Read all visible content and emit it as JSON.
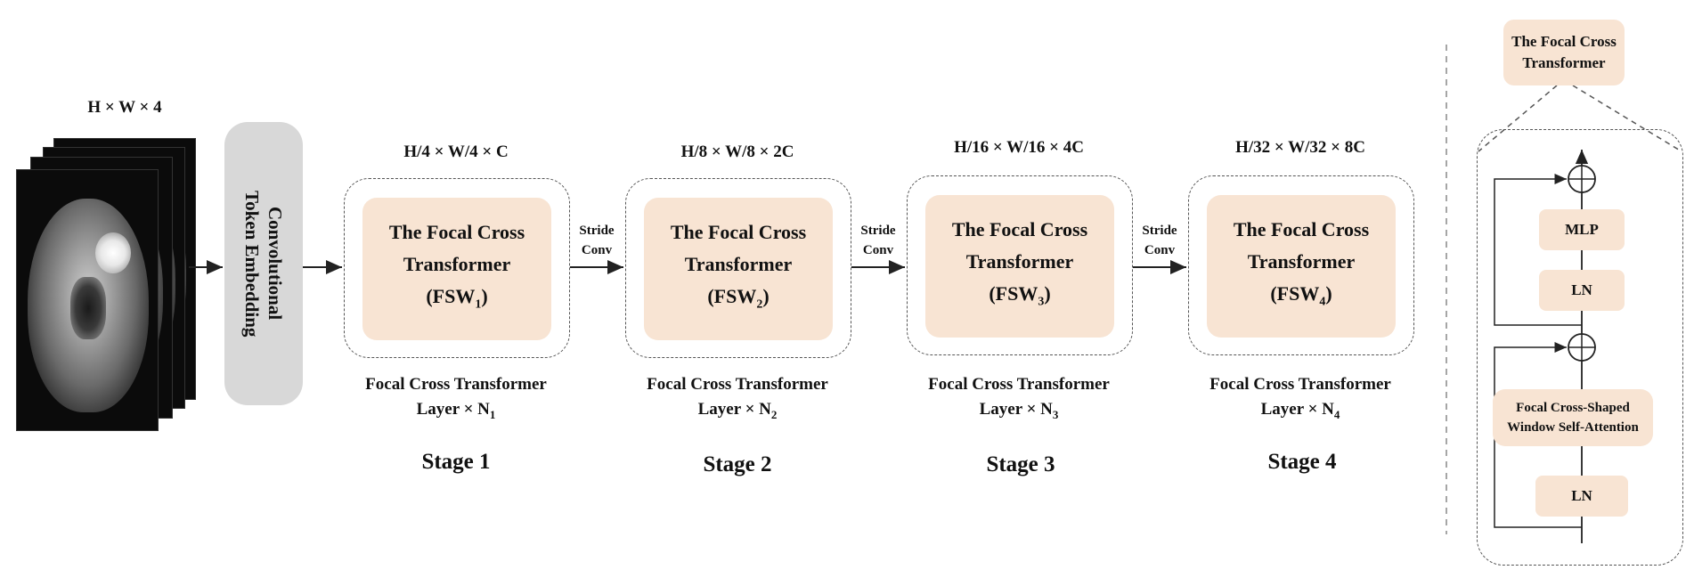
{
  "input": {
    "dims": "H × W × 4"
  },
  "embedding": {
    "label_line1": "Convolutional",
    "label_line2": "Token Embedding"
  },
  "stride_label": {
    "line1": "Stride",
    "line2": "Conv"
  },
  "stages": [
    {
      "dims": "H/4 × W/4 × C",
      "block_line1": "The Focal Cross",
      "block_line2": "Transformer",
      "block_line3": "(FSW",
      "sub": "1",
      "close": ")",
      "layer_line1": "Focal Cross Transformer",
      "layer_line2": "Layer × N",
      "layer_sub": "1",
      "stage_label": "Stage 1"
    },
    {
      "dims": "H/8 × W/8 × 2C",
      "block_line1": "The Focal Cross",
      "block_line2": "Transformer",
      "block_line3": "(FSW",
      "sub": "2",
      "close": ")",
      "layer_line1": "Focal Cross Transformer",
      "layer_line2": "Layer × N",
      "layer_sub": "2",
      "stage_label": "Stage 2"
    },
    {
      "dims": "H/16 × W/16 × 4C",
      "block_line1": "The Focal Cross",
      "block_line2": "Transformer",
      "block_line3": "(FSW",
      "sub": "3",
      "close": ")",
      "layer_line1": "Focal Cross Transformer",
      "layer_line2": "Layer × N",
      "layer_sub": "3",
      "stage_label": "Stage 3"
    },
    {
      "dims": "H/32 × W/32 × 8C",
      "block_line1": "The Focal Cross",
      "block_line2": "Transformer",
      "block_line3": "(FSW",
      "sub": "4",
      "close": ")",
      "layer_line1": "Focal Cross Transformer",
      "layer_line2": "Layer × N",
      "layer_sub": "4",
      "stage_label": "Stage 4"
    }
  ],
  "detail": {
    "title_line1": "The Focal Cross",
    "title_line2": "Transformer",
    "mlp": "MLP",
    "ln_top": "LN",
    "attention_line1": "Focal Cross-Shaped",
    "attention_line2": "Window Self-Attention",
    "ln_bottom": "LN"
  },
  "colors": {
    "block_fill": "#f8e4d3",
    "embed_fill": "#d8d8d8",
    "line": "#222222"
  }
}
